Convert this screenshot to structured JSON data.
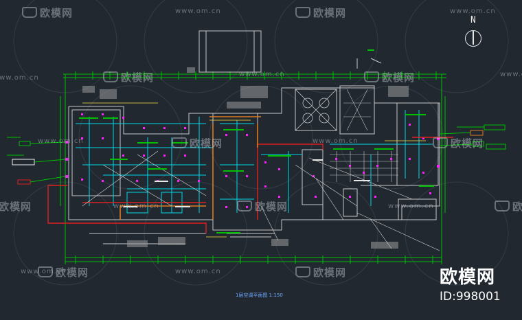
{
  "drawing": {
    "caption": "1层空调平面图 1:150",
    "north_label": "N"
  },
  "watermark": {
    "text": "欧模网",
    "url": "www.om.cn"
  },
  "brand": {
    "text": "欧模网",
    "id_text": "ID:998001"
  },
  "colors": {
    "background": "#212830",
    "grid_lines": "#00c000",
    "walls": "#c8c8c8",
    "ducts_cyan": "#00d8e8",
    "devices_magenta": "#ff20ff",
    "pipes_red": "#e02020",
    "ducts_orange": "#e07a20",
    "dim_lines": "#ffe040",
    "caption": "#6fa8ff",
    "brand_accent": "#e0412b"
  },
  "icons": [
    "north-arrow-icon",
    "ouomo-logo-icon"
  ]
}
